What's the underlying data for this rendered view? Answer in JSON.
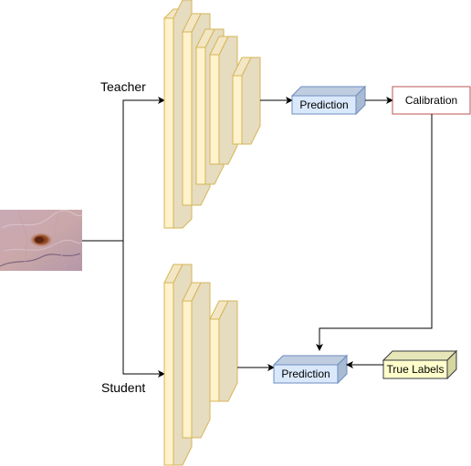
{
  "labels": {
    "teacher": "Teacher",
    "student": "Student"
  },
  "nodes": {
    "teacher_prediction": "Prediction",
    "calibration": "Calibration",
    "student_prediction": "Prediction",
    "true_labels": "True Labels"
  },
  "colors": {
    "layer_fill": "#fff2cc",
    "layer_side": "#e6dcc0",
    "layer_stroke": "#d6b656",
    "prediction_fill": "#dae8fc",
    "prediction_side": "#bfcde0",
    "prediction_stroke": "#6c8ebf",
    "calibration_stroke": "#b85450",
    "true_labels_fill": "#ffffcc",
    "true_labels_side": "#e6e6b8",
    "true_labels_stroke": "#36393d",
    "edge": "#000000"
  }
}
